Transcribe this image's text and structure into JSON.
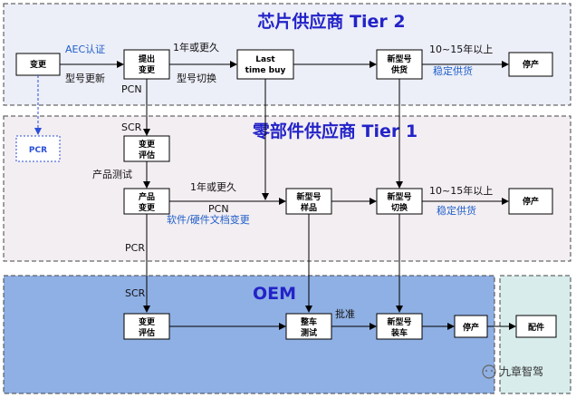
{
  "sections": {
    "tier2": "芯片供应商 Tier 2",
    "tier1": "零部件供应商 Tier 1",
    "oem": "OEM"
  },
  "boxes": {
    "t2_change": "变更",
    "t2_propose": [
      "提出",
      "变更"
    ],
    "t2_lastbuy": [
      "Last",
      "time buy"
    ],
    "t2_new_supply": [
      "新型号",
      "供货"
    ],
    "t2_stop": "停产",
    "pcr": "PCR",
    "t1_eval": [
      "变更",
      "评估"
    ],
    "t1_prod_change": [
      "产品",
      "变更"
    ],
    "t1_new_sample": [
      "新型号",
      "样品"
    ],
    "t1_new_switch": [
      "新型号",
      "切换"
    ],
    "t1_stop": "停产",
    "oem_eval": [
      "变更",
      "评估"
    ],
    "oem_vehicle_test": [
      "整车",
      "测试"
    ],
    "oem_new_install": [
      "新型号",
      "装车"
    ],
    "oem_stop": "停产",
    "parts": "配件"
  },
  "labels": {
    "aec": "AEC认证",
    "model_update": "型号更新",
    "one_year_t2": "1年或更久",
    "model_switch": "型号切换",
    "years_t2": "10~15年以上",
    "stable_t2": "稳定供货",
    "pcn_t2": "PCN",
    "scr_t1": "SCR",
    "product_test": "产品测试",
    "one_year_t1": "1年或更久",
    "pcn_t1": "PCN",
    "docs_change": "软件/硬件文档变更",
    "years_t1": "10~15年以上",
    "stable_t1": "稳定供货",
    "pcr_t1": "PCR",
    "scr_oem": "SCR",
    "approve": "批准"
  },
  "watermark": "九章智驾",
  "colors": {
    "tier2_bg": "#eceef8",
    "tier1_bg": "#f3eef2",
    "oem_bg": "#8fb0e4",
    "parts_bg": "#d8ecec",
    "label_blue": "#1f5fc8",
    "pcr_blue": "#2a4fd8"
  }
}
